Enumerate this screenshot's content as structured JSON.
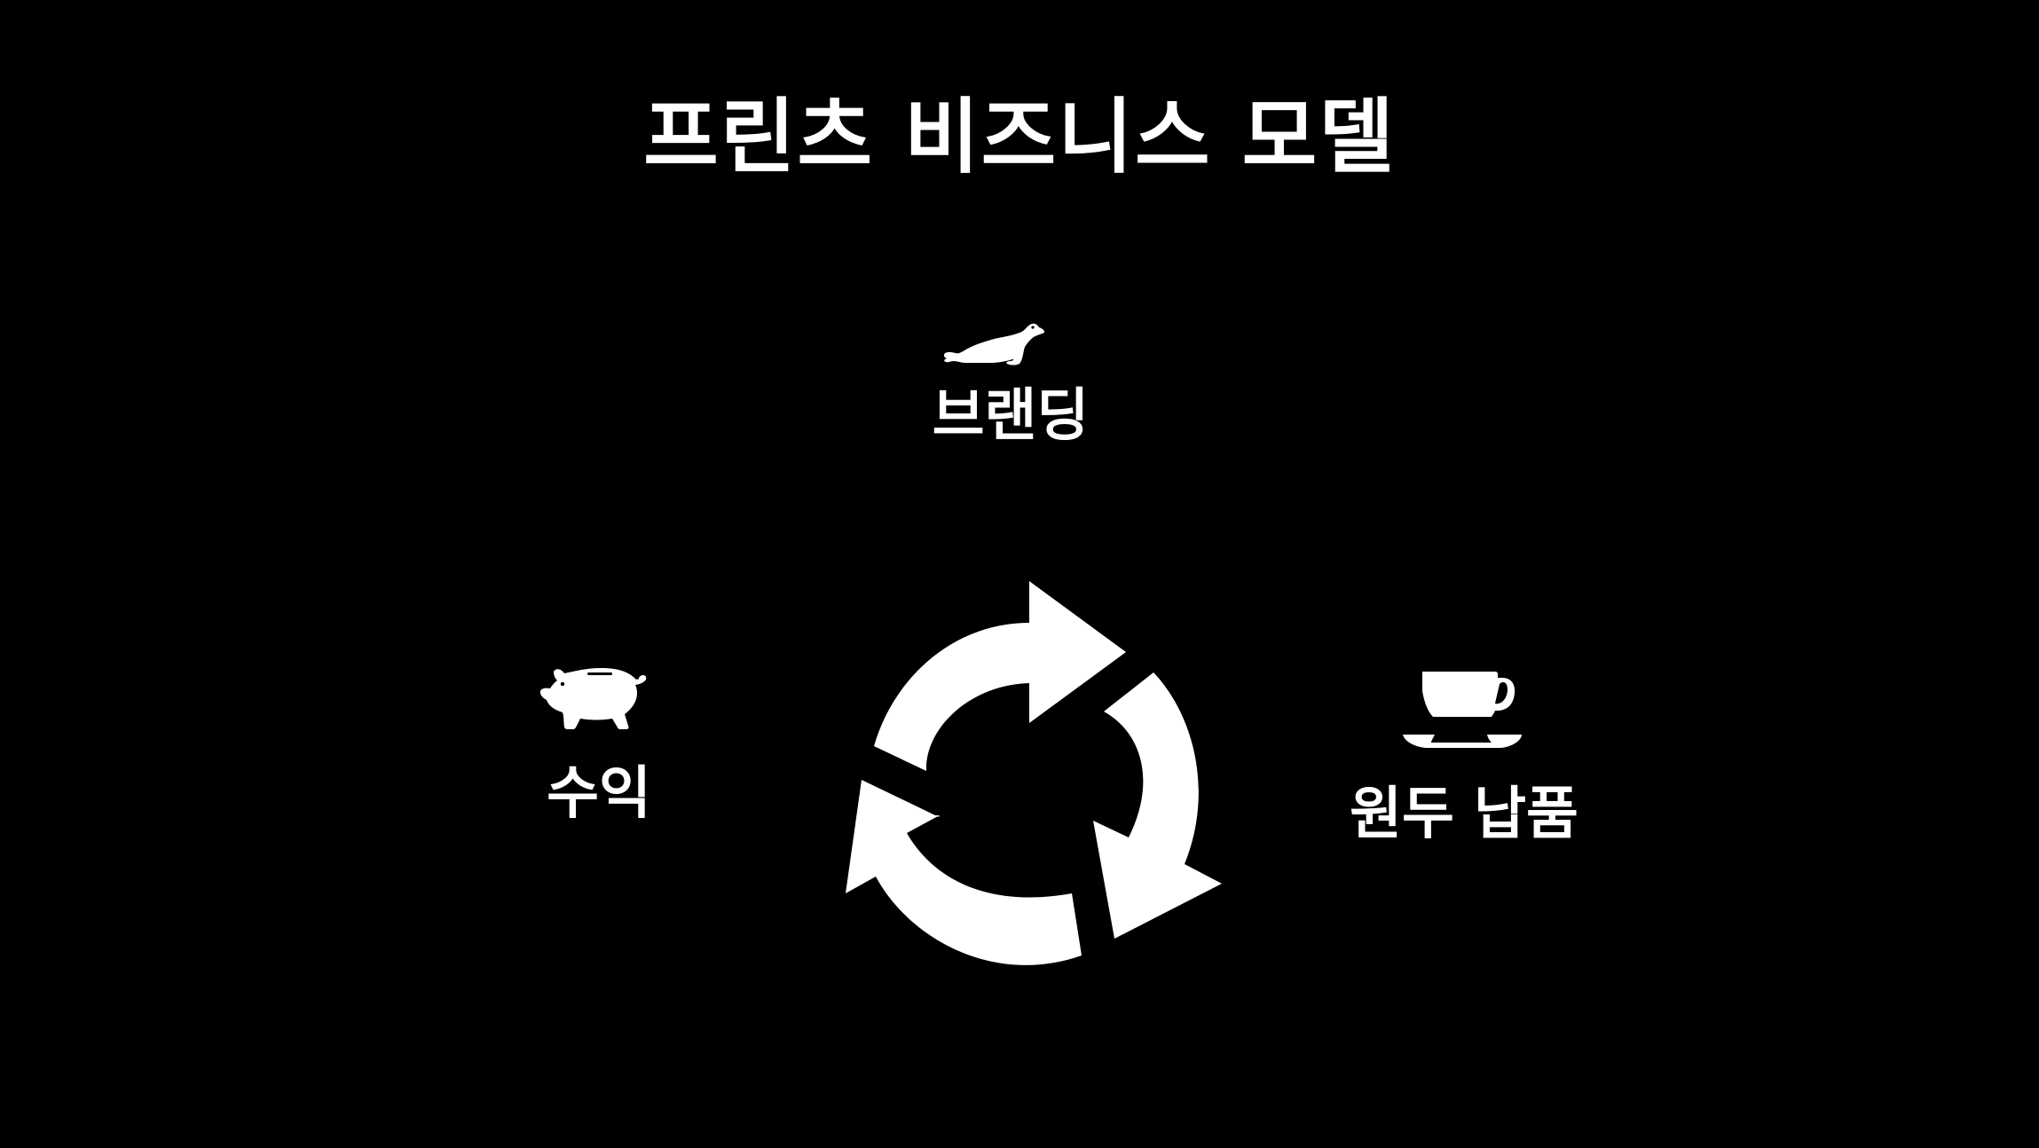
{
  "slide": {
    "title": "프린츠 비즈니스 모델",
    "background_color": "#000000",
    "foreground_color": "#ffffff"
  },
  "diagram": {
    "type": "cycle",
    "center_icon": "recycle-arrows-icon",
    "nodes": [
      {
        "label": "브랜딩",
        "icon": "seal-icon"
      },
      {
        "label": "원두 납품",
        "icon": "coffee-cup-icon"
      },
      {
        "label": "수익",
        "icon": "piggy-bank-icon"
      }
    ]
  }
}
